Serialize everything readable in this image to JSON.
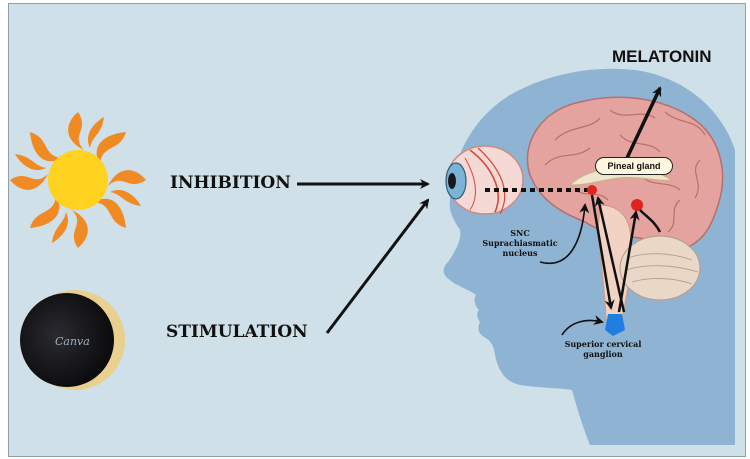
{
  "labels": {
    "inhibition": "INHIBITION",
    "stimulation": "STIMULATION",
    "melatonin": "MELATONIN",
    "pineal_gland": "Pineal gland",
    "snc_line1": "SNC",
    "snc_line2": "Suprachiasmatic",
    "snc_line3": "nucleus",
    "scg_line1": "Superior cervical",
    "scg_line2": "ganglion",
    "moon_watermark": "Canva"
  },
  "colors": {
    "background": "#cfe0e8",
    "head": "#8fb3d3",
    "sun_core": "#ffd21f",
    "sun_rays": "#f08a24",
    "moon": "#151518",
    "nucleus": "#e0241c",
    "ganglion": "#1e7fe0",
    "brain": "#e5a3a0"
  }
}
